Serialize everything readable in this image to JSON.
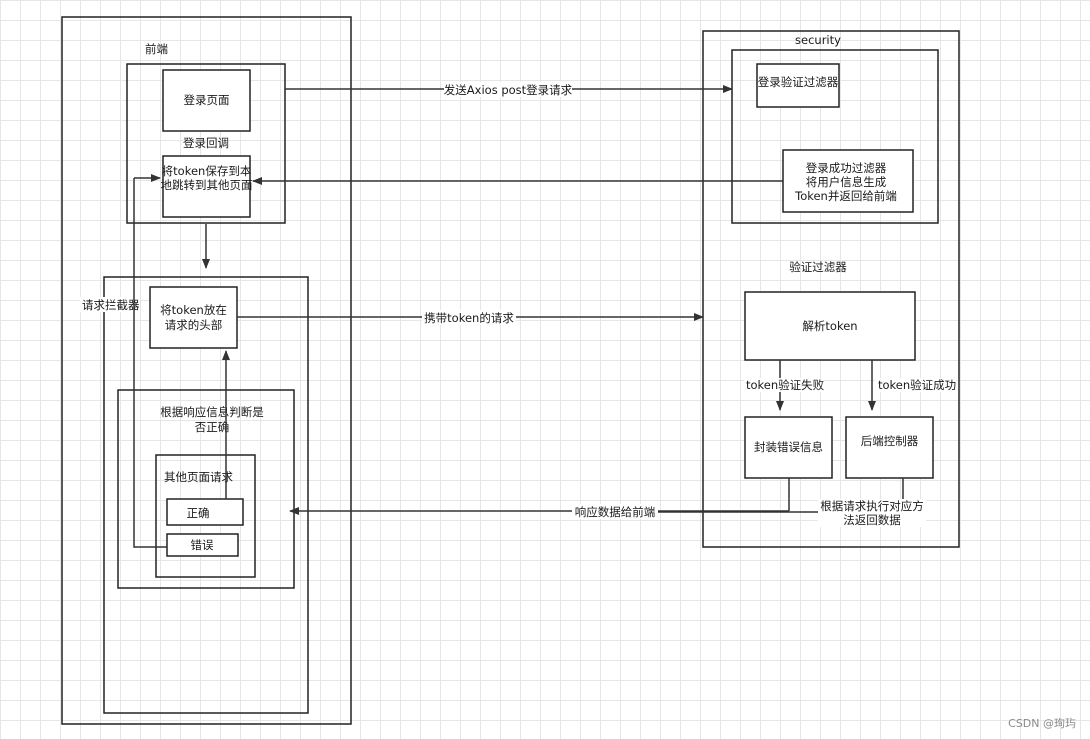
{
  "left": {
    "title": "前端",
    "login_page": "登录页面",
    "login_callback": "登录回调",
    "save_token_line1": "将token保存到本",
    "save_token_line2": "地跳转到其他页面",
    "interceptor_label": "请求拦截器",
    "put_token_line1": "将token放在",
    "put_token_line2": "请求的头部",
    "judge_line1": "根据响应信息判断是",
    "judge_line2": "否正确",
    "other_requests": "其他页面请求",
    "correct": "正确",
    "error": "错误"
  },
  "right": {
    "title": "security",
    "login_filter": "登录验证过滤器",
    "success_line1": "登录成功过滤器",
    "success_line2": "将用户信息生成",
    "success_line3": "Token并返回给前端",
    "verify_filter_label": "验证过滤器",
    "parse_token": "解析token",
    "verify_fail": "token验证失败",
    "verify_success": "token验证成功",
    "wrap_error": "封装错误信息",
    "controller": "后端控制器",
    "exec_line1": "根据请求执行对应方",
    "exec_line2": "法返回数据"
  },
  "arrows": {
    "send_login": "发送Axios post登录请求",
    "with_token": "携带token的请求",
    "response": "响应数据给前端"
  },
  "watermark": "CSDN @珣玙"
}
